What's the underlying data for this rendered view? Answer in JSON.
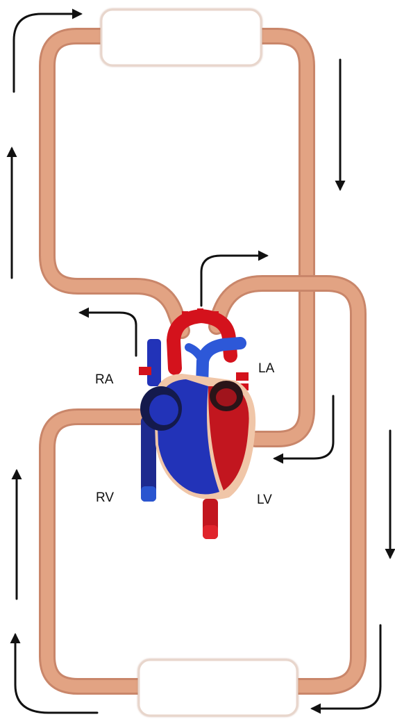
{
  "labels": {
    "right_atrium": "RA",
    "left_atrium": "LA",
    "right_ventricle": "RV",
    "left_ventricle": "LV"
  },
  "colors": {
    "vessel": "#E2A383",
    "vessel_edge": "#C9866A",
    "oxygenated": "#D4121C",
    "deoxygenated": "#2233B8",
    "arrow": "#111111",
    "capillary_bed": "#FFFFFF"
  },
  "icons": {
    "arrowhead": "triangle-arrowhead",
    "heart": "anatomical-heart-illustration"
  }
}
